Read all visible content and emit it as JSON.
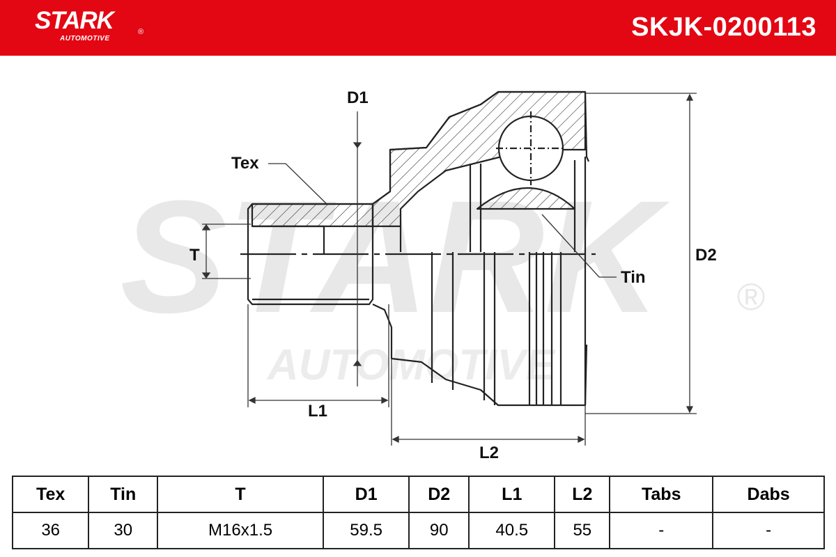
{
  "header": {
    "brand": "STARK",
    "brand_sub": "AUTOMOTIVE",
    "registered_mark": "®",
    "part_number": "SKJK-0200113",
    "background_color": "#e30613"
  },
  "watermark": {
    "brand": "STARK",
    "sub": "AUTOMOTIVE",
    "registered_mark": "®"
  },
  "drawing_labels": {
    "d1": "D1",
    "d2": "D2",
    "tex": "Tex",
    "tin": "Tin",
    "t": "T",
    "l1": "L1",
    "l2": "L2"
  },
  "spec_table": {
    "headers": [
      "Tex",
      "Tin",
      "T",
      "D1",
      "D2",
      "L1",
      "L2",
      "Tabs",
      "Dabs"
    ],
    "values": [
      "36",
      "30",
      "M16x1.5",
      "59.5",
      "90",
      "40.5",
      "55",
      "-",
      "-"
    ]
  }
}
